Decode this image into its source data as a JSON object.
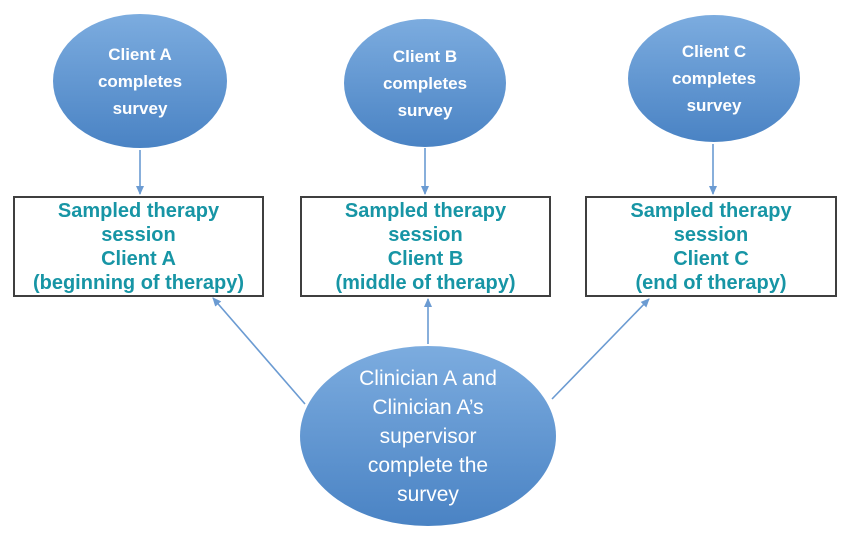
{
  "colors": {
    "ellipse-top": "#7cacdf",
    "ellipse-bottom": "#4a83c4",
    "arrow": "#6b9bd2",
    "box-border": "#3f3f3f",
    "box-text": "#1795a5",
    "ellipse-text": "#ffffff",
    "bg": "#ffffff"
  },
  "diagram": {
    "top_ellipses": [
      {
        "lines": [
          "Client A",
          "completes",
          "survey"
        ]
      },
      {
        "lines": [
          "Client B",
          "completes",
          "survey"
        ]
      },
      {
        "lines": [
          "Client C",
          "completes",
          "survey"
        ]
      }
    ],
    "boxes": [
      {
        "lines": [
          "Sampled therapy",
          "session",
          "Client A",
          "(beginning of therapy)"
        ]
      },
      {
        "lines": [
          "Sampled therapy",
          "session",
          "Client B",
          "(middle of therapy)"
        ]
      },
      {
        "lines": [
          "Sampled therapy",
          "session",
          "Client C",
          "(end of therapy)"
        ]
      }
    ],
    "bottom_ellipse": {
      "lines": [
        "Clinician A and",
        "Clinician A’s",
        "supervisor",
        "complete the",
        "survey"
      ]
    },
    "arrows": [
      {
        "from": "client-a-ellipse",
        "to": "session-box-a"
      },
      {
        "from": "client-b-ellipse",
        "to": "session-box-b"
      },
      {
        "from": "client-c-ellipse",
        "to": "session-box-c"
      },
      {
        "from": "clinician-ellipse",
        "to": "session-box-a"
      },
      {
        "from": "clinician-ellipse",
        "to": "session-box-b"
      },
      {
        "from": "clinician-ellipse",
        "to": "session-box-c"
      }
    ]
  }
}
